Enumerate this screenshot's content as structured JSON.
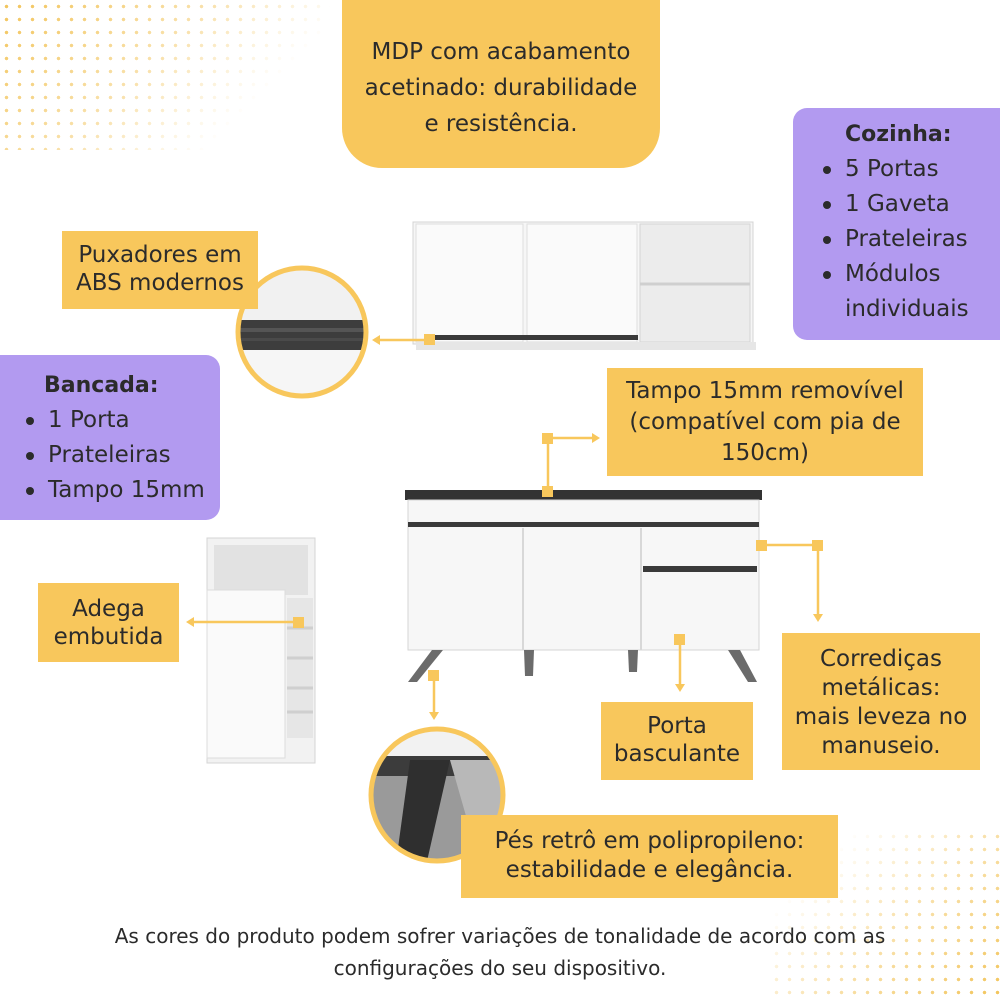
{
  "callouts": {
    "mdp": [
      "MDP com acabamento",
      "acetinado: durabilidade",
      "e resistência."
    ],
    "puxadores": [
      "Puxadores em",
      "ABS modernos"
    ],
    "tampo": [
      "Tampo 15mm removível",
      "(compatível com pia de",
      "150cm)"
    ],
    "adega": [
      "Adega",
      "embutida"
    ],
    "corredicas": [
      "Corrediças",
      "metálicas:",
      "mais leveza no",
      "manuseio."
    ],
    "porta": [
      "Porta",
      "basculante"
    ],
    "pes": [
      "Pés retrô em polipropileno:",
      "estabilidade e elegância."
    ]
  },
  "cozinha": {
    "title": "Cozinha:",
    "items": [
      "5 Portas",
      "1 Gaveta",
      "Prateleiras",
      "Módulos individuais"
    ]
  },
  "bancada": {
    "title": "Bancada:",
    "items": [
      "1 Porta",
      "Prateleiras",
      "Tampo 15mm"
    ]
  },
  "footnote": [
    "As cores do produto podem sofrer variações de tonalidade de acordo com as",
    "configurações do seu dispositivo."
  ],
  "colors": {
    "yellow": "#f8c75c",
    "purple": "#b29af0",
    "accent_dots": "#f2c45a",
    "handle_dark": "#3a3a3a"
  }
}
